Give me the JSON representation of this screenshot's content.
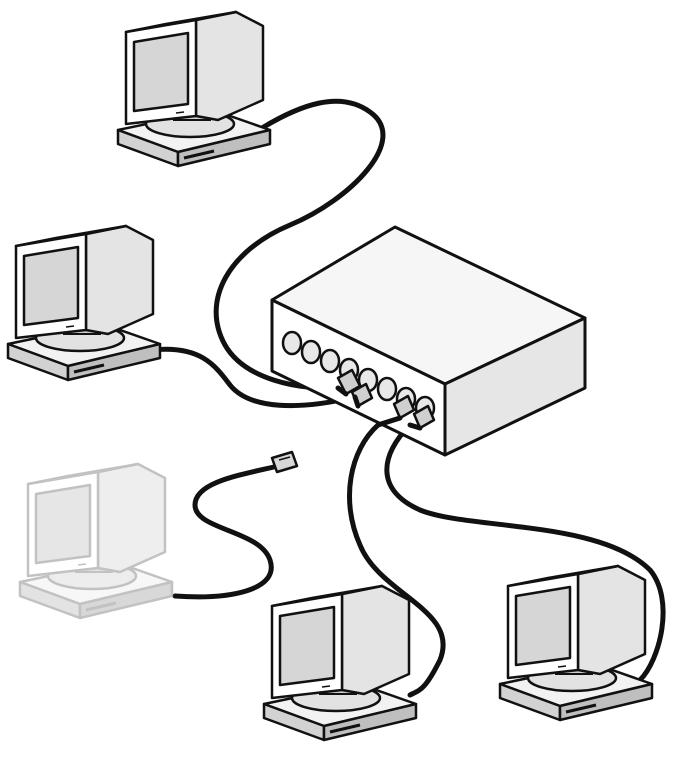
{
  "diagram": {
    "hub": {
      "name": "network-hub",
      "ports": 8
    },
    "computers": [
      {
        "id": "pc-top",
        "connected": true
      },
      {
        "id": "pc-left",
        "connected": true
      },
      {
        "id": "pc-faded",
        "connected": false
      },
      {
        "id": "pc-bottom-center",
        "connected": true
      },
      {
        "id": "pc-bottom-right",
        "connected": true
      }
    ],
    "colors": {
      "outline": "#111111",
      "screen": "#d6d6d6",
      "body_light": "#ffffff",
      "body_shade": "#e4e4e4",
      "base_shade": "#cfcfcf",
      "cable": "#111111",
      "faded_outline": "#9a9a9a"
    }
  }
}
